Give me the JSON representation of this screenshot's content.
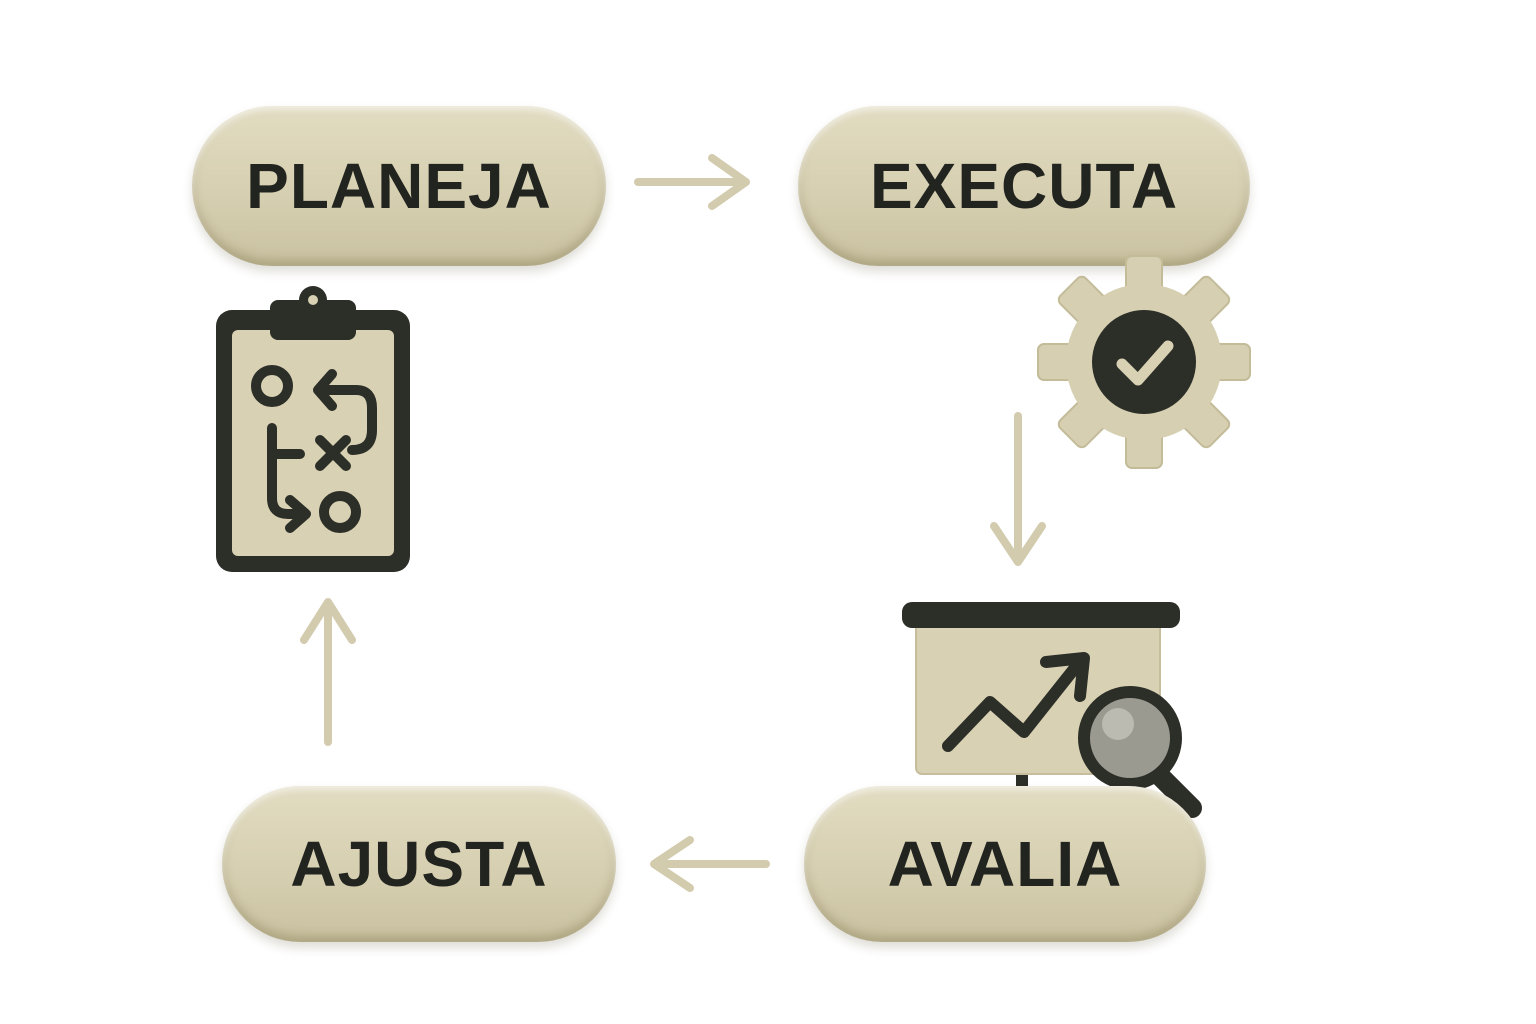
{
  "steps": {
    "planeja": {
      "label": "PLANEJA"
    },
    "executa": {
      "label": "EXECUTA"
    },
    "avalia": {
      "label": "AVALIA"
    },
    "ajusta": {
      "label": "AJUSTA"
    }
  },
  "icons": {
    "planeja": "clipboard-strategy-icon",
    "executa": "gear-check-icon",
    "avalia": "presentation-chart-magnifier-icon"
  },
  "colors": {
    "pill": "#d8d1b3",
    "ink": "#2c2e28",
    "arrow": "#d3cbae"
  }
}
